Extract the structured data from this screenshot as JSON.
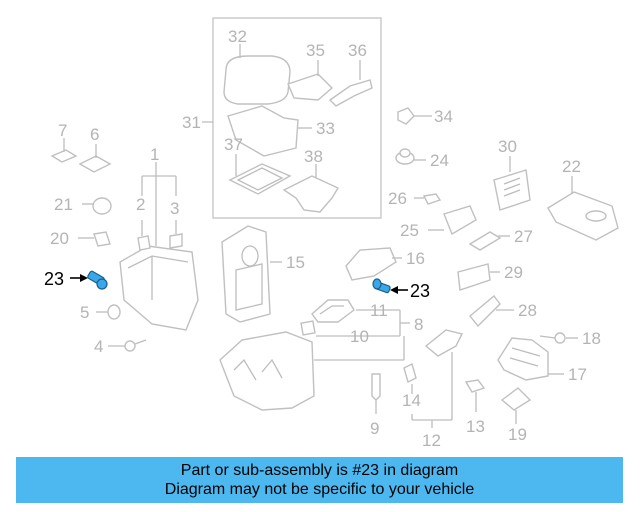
{
  "callouts": {
    "c1": "1",
    "c2": "2",
    "c3": "3",
    "c4": "4",
    "c5": "5",
    "c6": "6",
    "c7": "7",
    "c8": "8",
    "c9": "9",
    "c10": "10",
    "c11": "11",
    "c12": "12",
    "c13": "13",
    "c14": "14",
    "c15": "15",
    "c16": "16",
    "c17": "17",
    "c18": "18",
    "c19": "19",
    "c20": "20",
    "c21": "21",
    "c22": "22",
    "c23a": "23",
    "c23b": "23",
    "c24": "24",
    "c25": "25",
    "c26": "26",
    "c27": "27",
    "c28": "28",
    "c29": "29",
    "c30": "30",
    "c31": "31",
    "c32": "32",
    "c33": "33",
    "c34": "34",
    "c35": "35",
    "c36": "36",
    "c37": "37",
    "c38": "38"
  },
  "highlight_color": "#3aa8e8",
  "banner": {
    "line1": "Part or sub-assembly is #23 in diagram",
    "line2": "Diagram may not be specific to your vehicle",
    "color": "#4db8f0"
  }
}
